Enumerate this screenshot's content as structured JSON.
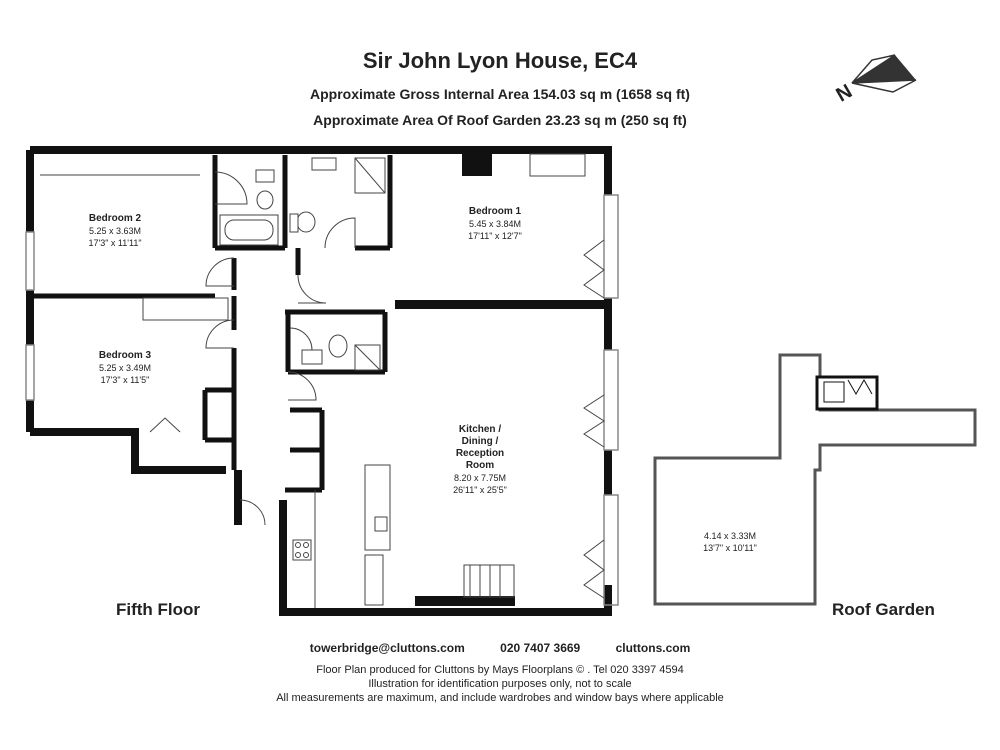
{
  "title": "Sir John Lyon House, EC4",
  "area_internal": "Approximate Gross Internal Area 154.03 sq m (1658 sq ft)",
  "area_roof": "Approximate Area Of Roof Garden  23.23 sq m  (250 sq ft)",
  "compass_letter": "N",
  "rooms": {
    "bedroom2": {
      "name": "Bedroom 2",
      "metric": "5.25 x 3.63M",
      "imperial": "17'3\" x 11'11\""
    },
    "bedroom1": {
      "name": "Bedroom 1",
      "metric": "5.45 x 3.84M",
      "imperial": "17'11\" x 12'7\""
    },
    "bedroom3": {
      "name": "Bedroom 3",
      "metric": "5.25 x 3.49M",
      "imperial": "17'3\" x 11'5\""
    },
    "kitchen": {
      "name_lines": [
        "Kitchen /",
        "Dining /",
        "Reception",
        "Room"
      ],
      "metric": "8.20 x 7.75M",
      "imperial": "26'11\" x 25'5\""
    },
    "roof": {
      "metric": "4.14 x 3.33M",
      "imperial": "13'7\" x 10'11\""
    }
  },
  "floor_labels": {
    "fifth": "Fifth Floor",
    "roof": "Roof Garden"
  },
  "contact": {
    "email": "towerbridge@cluttons.com",
    "phone": "020 7407 3669",
    "web": "cluttons.com"
  },
  "footer": [
    "Floor Plan produced for Cluttons by Mays Floorplans  © . Tel 020 3397 4594",
    "Illustration for identification purposes only, not to scale",
    "All measurements are maximum, and include wardrobes and window bays where applicable"
  ]
}
